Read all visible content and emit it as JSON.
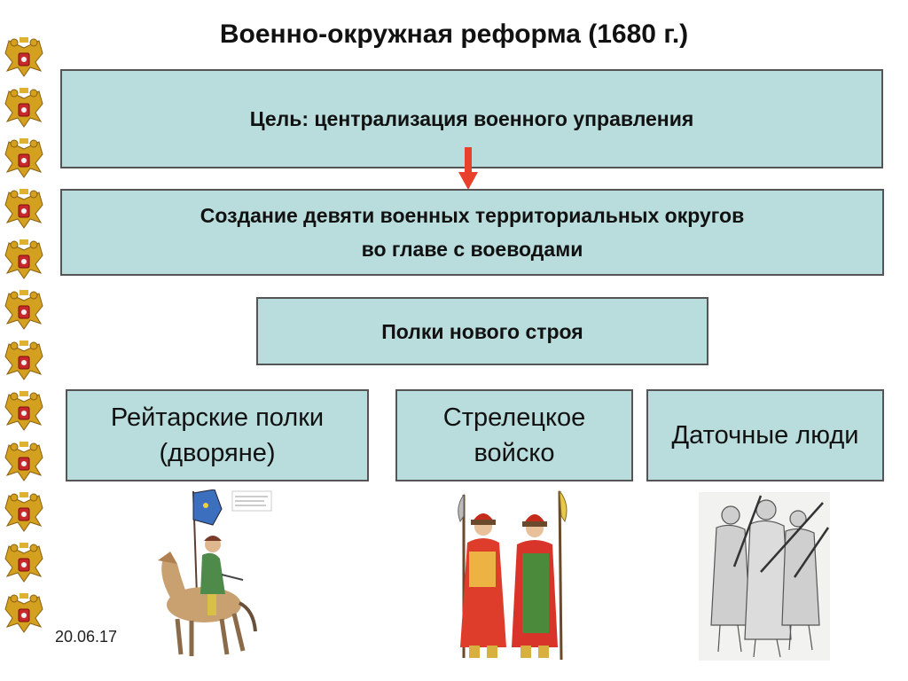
{
  "slide": {
    "title": "Военно-окружная реформа (1680 г.)",
    "goal": "Цель: централизация военного управления",
    "districts_line1": "Создание девяти военных территориальных округов",
    "districts_line2": "во главе с воеводами",
    "regiments": "Полки нового строя",
    "branches": [
      {
        "line1": "Рейтарские полки",
        "line2": "(дворяне)"
      },
      {
        "line1": "Стрелецкое",
        "line2": "войско"
      },
      {
        "line1": "Даточные люди",
        "line2": ""
      }
    ],
    "date": "20.06.17"
  },
  "colors": {
    "box_fill": "#b9dcdc",
    "box_border": "#555555",
    "arrow": "#e8402a"
  },
  "icons": {
    "side": "double-headed-eagle-icon",
    "pic1": "cavalryman-illustration",
    "pic2": "streltsy-illustration",
    "pic3": "conscripts-illustration"
  }
}
